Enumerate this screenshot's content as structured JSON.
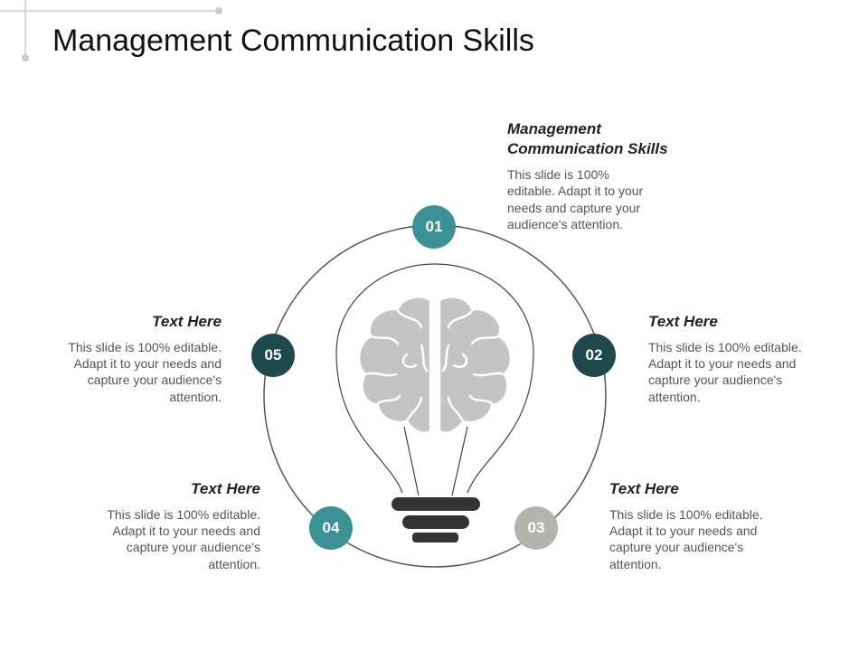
{
  "title": "Management Communication Skills",
  "colors": {
    "teal": "#3a9196",
    "dark_teal": "#1e4a4e",
    "gray": "#b6b3aa",
    "brain": "#c4c4c4",
    "bulb_base": "#333333",
    "ring": "#555555"
  },
  "steps": [
    {
      "number": "01",
      "heading": "Management Communication Skills",
      "body": "This slide is 100% editable. Adapt it to your needs and capture your audience's attention.",
      "color": "teal"
    },
    {
      "number": "02",
      "heading": "Text Here",
      "body": "This slide is 100% editable. Adapt it to your needs and capture your audience's attention.",
      "color": "dark_teal"
    },
    {
      "number": "03",
      "heading": "Text Here",
      "body": "This slide is 100% editable. Adapt it to your needs and capture your audience's attention.",
      "color": "gray"
    },
    {
      "number": "04",
      "heading": "Text Here",
      "body": "This slide is 100% editable. Adapt it to your needs and capture your audience's attention.",
      "color": "teal"
    },
    {
      "number": "05",
      "heading": "Text Here",
      "body": "This slide is 100% editable. Adapt it to your needs and capture your audience's attention.",
      "color": "dark_teal"
    }
  ],
  "icons": {
    "center": "lightbulb-brain-icon"
  }
}
